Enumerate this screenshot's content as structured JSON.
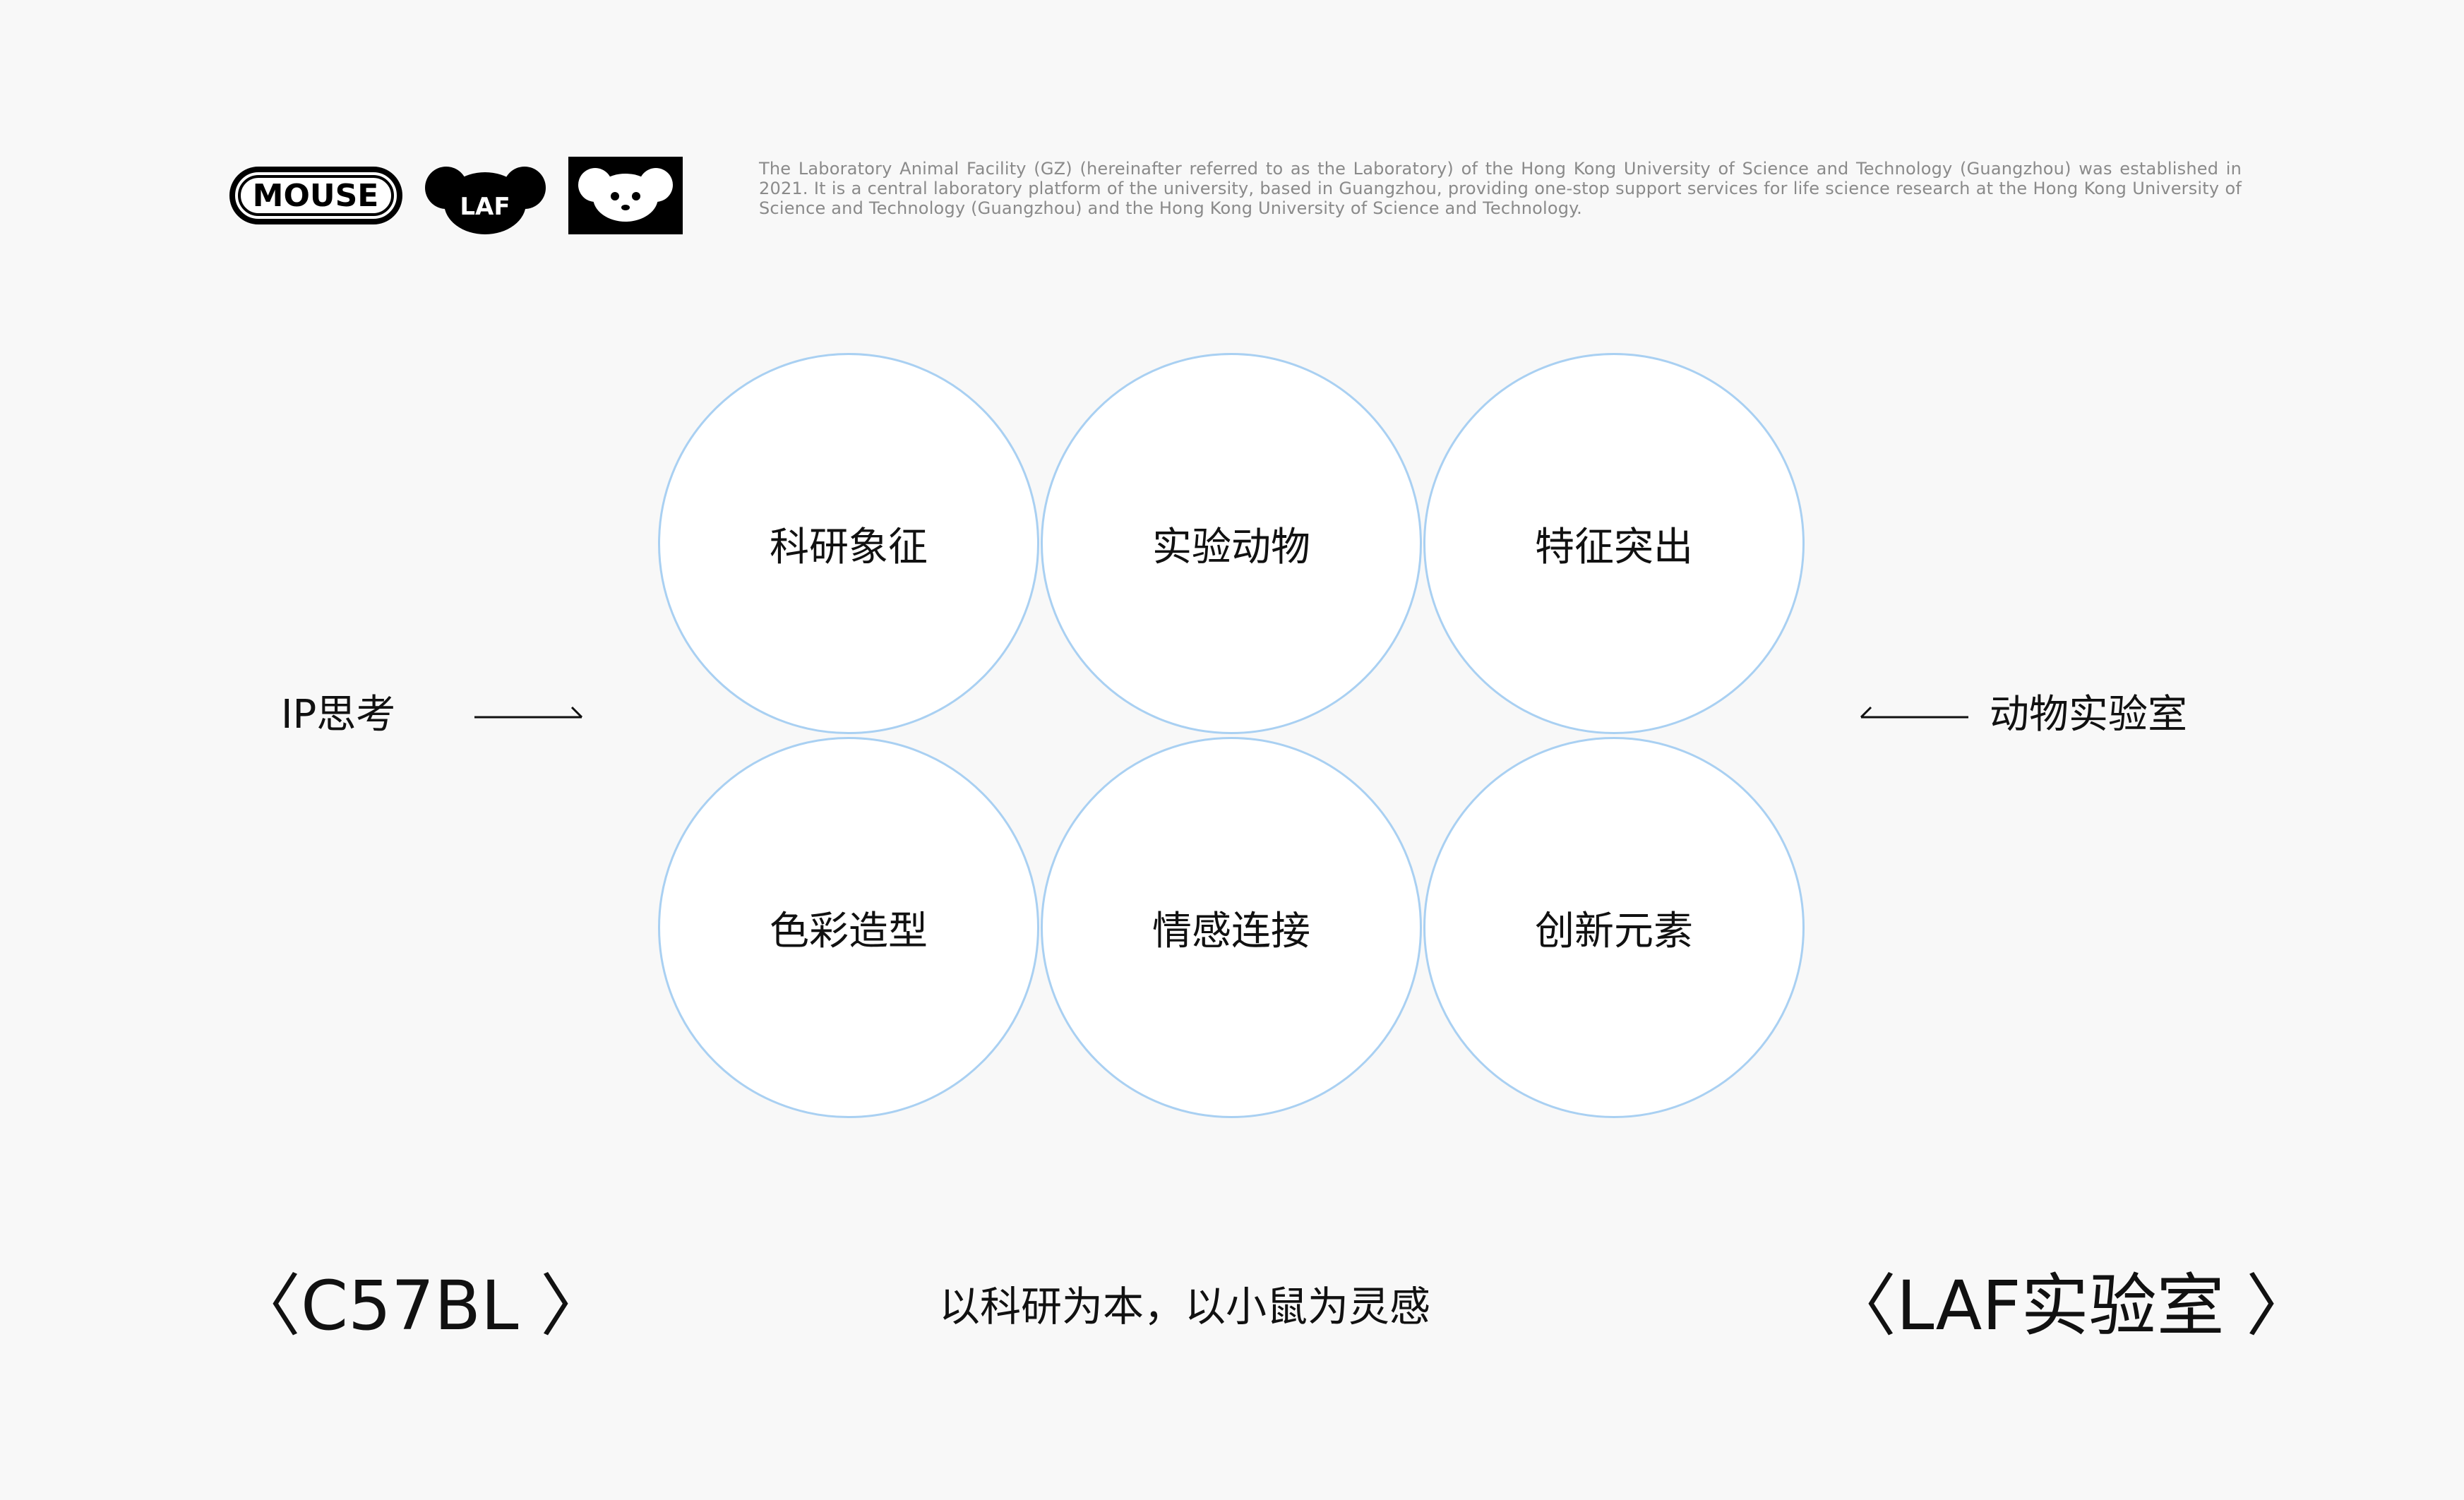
{
  "logos": {
    "mouse_wordmark": "MOUSE",
    "laf_badge": "LAF"
  },
  "description": "The Laboratory Animal Facility (GZ) (hereinafter referred to as the Laboratory) of the Hong Kong University of Science and Technology (Guangzhou) was established in 2021. It is a central laboratory platform of the university, based in Guangzhou, providing one-stop support services for life science research at the Hong Kong University of Science and Technology (Guangzhou) and the Hong Kong University of Science and Technology.",
  "circles": [
    "科研象征",
    "实验动物",
    "特征突出",
    "色彩造型",
    "情感连接",
    "创新元素"
  ],
  "left_label": "IP思考",
  "right_label": "动物实验室",
  "bottom": {
    "left": "〈C57BL 〉",
    "center": "以科研为本，以小鼠为灵感",
    "right": "〈LAF实验室 〉"
  },
  "colors": {
    "background": "#f8f8f8",
    "circle_border": "#a9d0f2",
    "circle_fill": "#ffffff",
    "text": "#111111",
    "description_text": "#8a8a8a"
  }
}
